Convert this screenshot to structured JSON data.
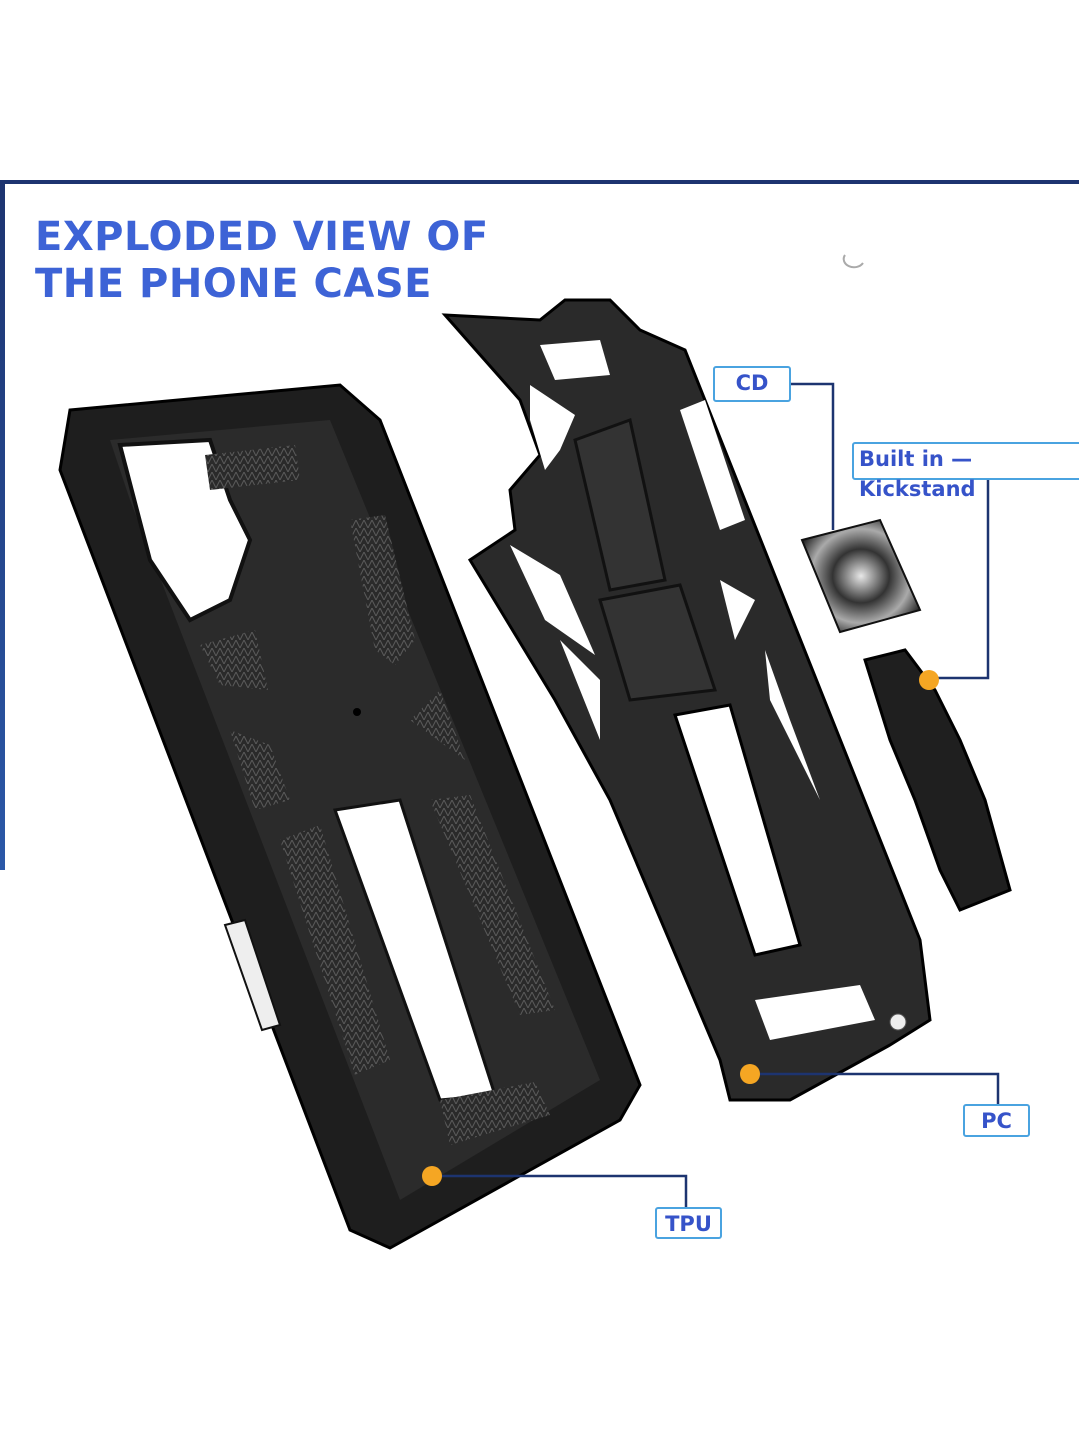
{
  "title": {
    "line1": "EXPLODED VIEW OF",
    "line2": "THE PHONE CASE"
  },
  "labels": {
    "cd": "CD",
    "kickstand": "Built in — Kickstand",
    "pc": "PC",
    "tpu": "TPU"
  },
  "colors": {
    "title": "#3d63d6",
    "label_text": "#3653c9",
    "label_border": "#4aa3e0",
    "leader_line": "#1d3470",
    "marker_dot": "#f5a623",
    "case": "#1e1e1e"
  }
}
